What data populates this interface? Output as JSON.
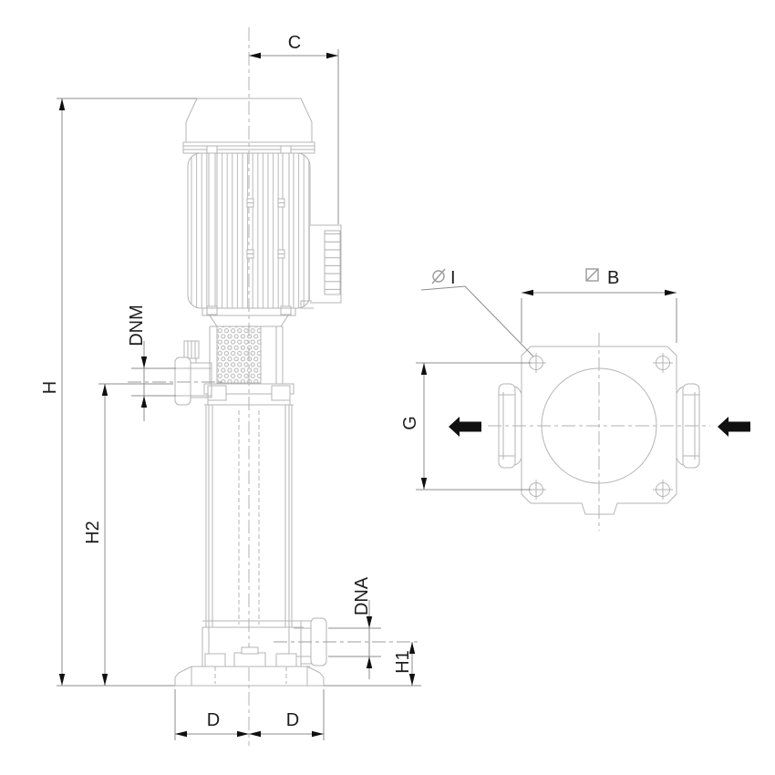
{
  "page": {
    "background": "#ffffff"
  },
  "drawing": {
    "kind": "pump-dimensional-outline",
    "colors": {
      "geometry_line": "#b4b4b4",
      "dimension_line": "#8c8c8c",
      "symbol_line": "#9a9a9a",
      "text": "#1c1c1c",
      "arrow": "#101010"
    },
    "side_view": {
      "labels": {
        "c": "C",
        "h": "H",
        "dnm": "DNM",
        "h2": "H2",
        "dna": "DNA",
        "h1": "H1",
        "d_left": "D",
        "d_right": "D"
      }
    },
    "top_view": {
      "labels": {
        "i": "I",
        "b": "B",
        "g": "G"
      },
      "symbols": {
        "i_prefix": "diameter-symbol",
        "b_prefix": "square-symbol"
      },
      "flow_arrows": [
        "outlet-arrow-left",
        "inlet-arrow-right"
      ]
    }
  }
}
